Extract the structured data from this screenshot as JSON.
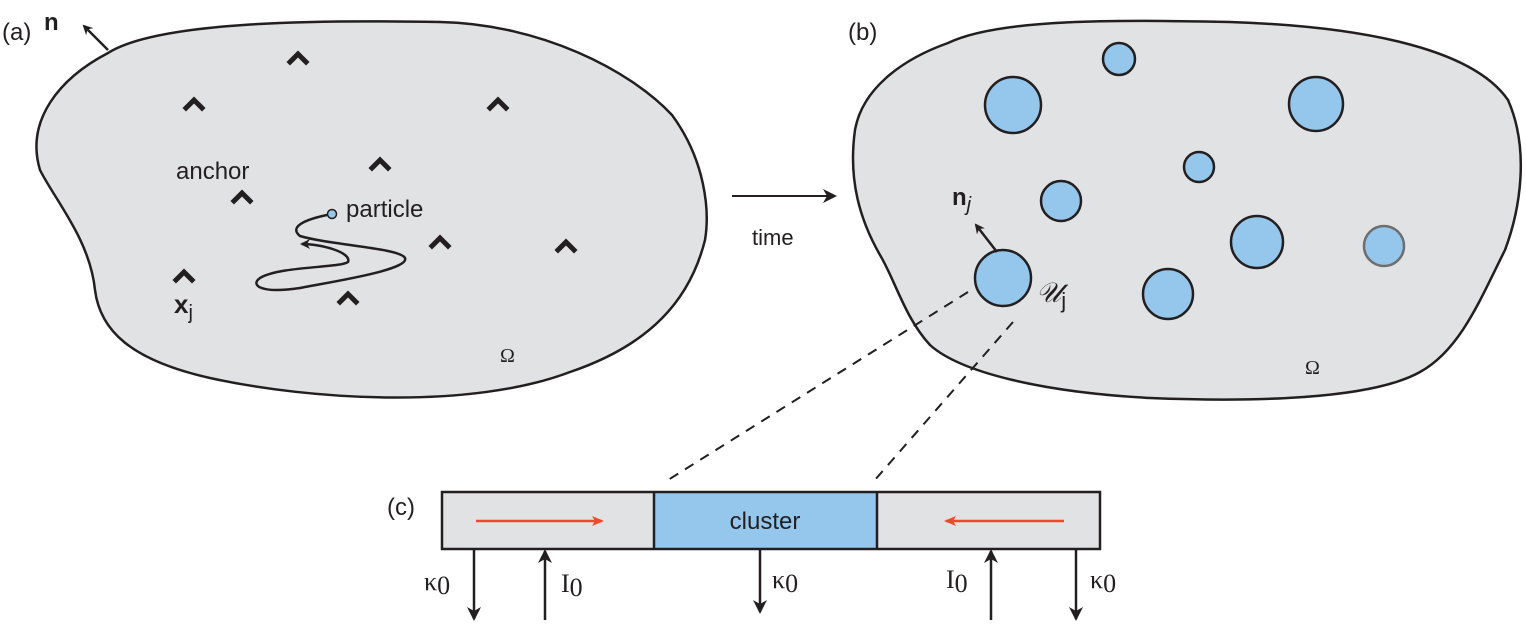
{
  "panel_a": {
    "label": "(a)",
    "normal_label": "n",
    "anchor_label": "anchor",
    "particle_label": "particle",
    "anchor_pos_label": "x",
    "anchor_pos_sub": "j",
    "domain_label": "Ω"
  },
  "time_label": "time",
  "panel_b": {
    "label": "(b)",
    "normal_label": "n",
    "normal_sub": "j",
    "cluster_label": "𝒰",
    "cluster_sub": "j",
    "domain_label": "Ω"
  },
  "panel_c": {
    "label": "(c)",
    "cluster_label": "cluster",
    "kappa_label": "κ",
    "kappa_sub": "0",
    "injection_label": "I",
    "injection_sub": "0"
  },
  "colors": {
    "domain_fill": "#e1e2e3",
    "cluster_fill": "#94c7eb",
    "stroke": "#231f20",
    "flow_arrow": "#ee4a2a"
  }
}
